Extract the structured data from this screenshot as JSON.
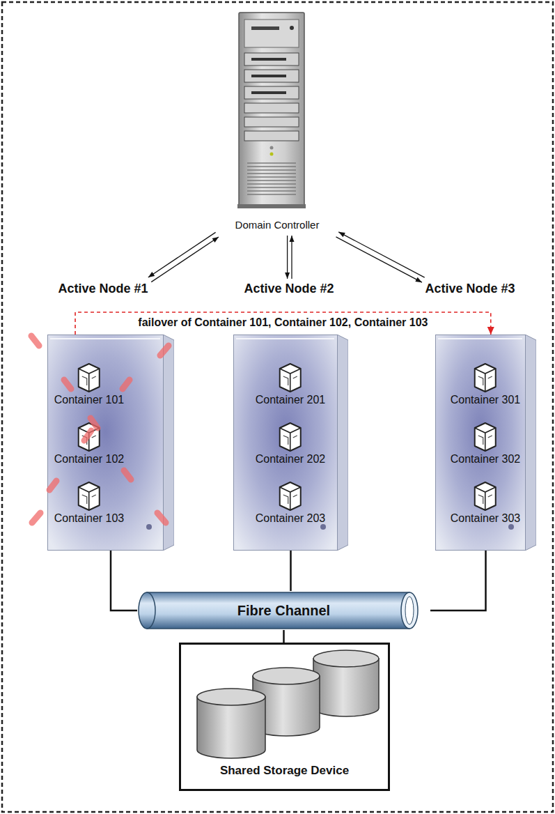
{
  "diagram": {
    "nodes": [
      {
        "text": [
          "Domain Controller"
        ]
      },
      {
        "text": [
          "Active Node #1"
        ]
      },
      {
        "text": [
          "Container 101"
        ],
        "in": 1
      },
      {
        "text": [
          "Container 102"
        ],
        "in": 1
      },
      {
        "text": [
          "Container 103"
        ],
        "in": 1
      },
      {
        "text": [
          "Active Node #2"
        ]
      },
      {
        "text": [
          "Container 201"
        ],
        "in": 5
      },
      {
        "text": [
          "Container 202"
        ],
        "in": 5
      },
      {
        "text": [
          "Container 203"
        ],
        "in": 5
      },
      {
        "text": [
          "Active Node #3"
        ]
      },
      {
        "text": [
          "Container 301"
        ],
        "in": 9
      },
      {
        "text": [
          "Container 302"
        ],
        "in": 9
      },
      {
        "text": [
          "Container 303"
        ],
        "in": 9
      },
      {
        "text": [
          "Fibre Channel"
        ]
      },
      {
        "text": [
          "Shared Storage Device"
        ]
      }
    ],
    "edges": [
      {
        "from": 0,
        "to": 1,
        "arrow": "to"
      },
      {
        "from": 1,
        "to": 0,
        "arrow": "to"
      },
      {
        "from": 0,
        "to": 5,
        "arrow": "to"
      },
      {
        "from": 5,
        "to": 0,
        "arrow": "to"
      },
      {
        "from": 0,
        "to": 9,
        "arrow": "to"
      },
      {
        "from": 9,
        "to": 0,
        "arrow": "to"
      },
      {
        "from": 1,
        "to": 9,
        "arrow": "to",
        "label": "failover of Container 101, Container 102, Container 103"
      },
      {
        "from": 1,
        "to": 13,
        "arrow": "none"
      },
      {
        "from": 5,
        "to": 13,
        "arrow": "none"
      },
      {
        "from": 9,
        "to": 13,
        "arrow": "none"
      },
      {
        "from": 13,
        "to": 14,
        "arrow": "none"
      }
    ]
  }
}
